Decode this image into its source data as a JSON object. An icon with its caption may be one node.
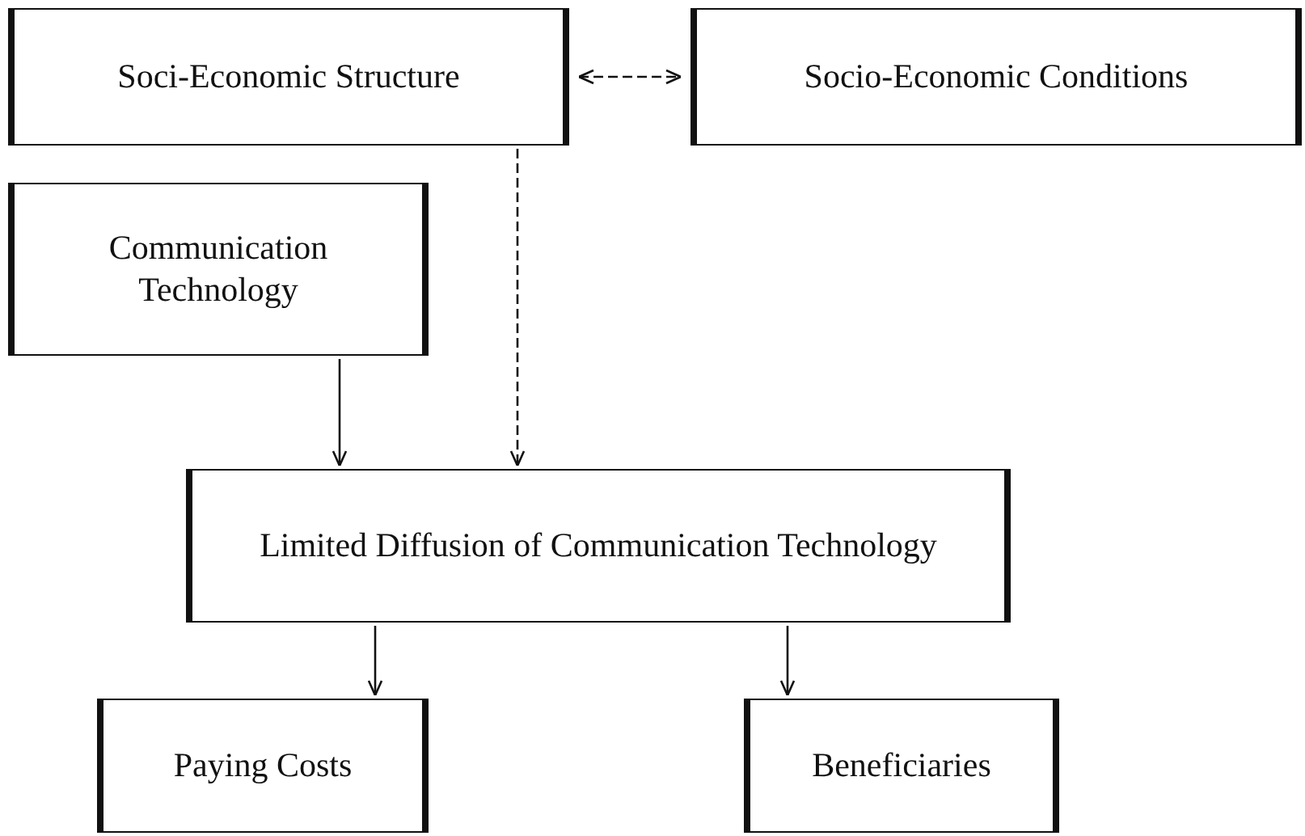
{
  "diagram": {
    "nodes": [
      {
        "text": [
          "Soci-Economic Structure"
        ]
      },
      {
        "text": [
          "Socio-Economic Conditions"
        ]
      },
      {
        "text": [
          "Communication Technology"
        ]
      },
      {
        "text": [
          "Limited Diffusion of Communication Technology"
        ]
      },
      {
        "text": [
          "Paying Costs"
        ]
      },
      {
        "text": [
          "Beneficiaries"
        ]
      }
    ],
    "edges": [
      {
        "from": 0,
        "to": 1,
        "arrow": "both",
        "style": "dashed"
      },
      {
        "from": 0,
        "to": 3,
        "arrow": "to",
        "style": "dashed"
      },
      {
        "from": 2,
        "to": 3,
        "arrow": "to"
      },
      {
        "from": 3,
        "to": 4,
        "arrow": "to"
      },
      {
        "from": 3,
        "to": 5,
        "arrow": "to"
      }
    ]
  }
}
